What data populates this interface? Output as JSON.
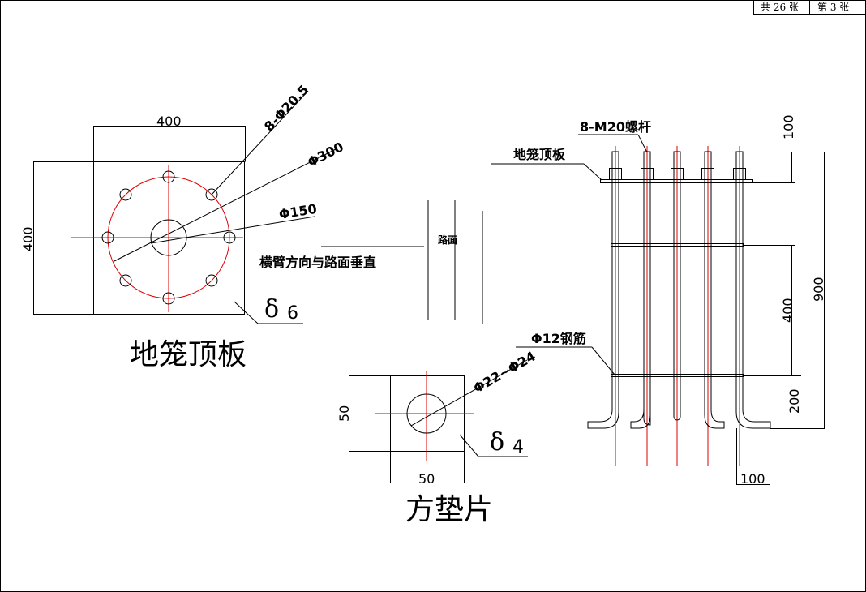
{
  "header": {
    "sheet_total": "共 26 张",
    "sheet_no": "第 3 张"
  },
  "top_plate": {
    "title": "地笼顶板",
    "dim_width": "400",
    "dim_height": "400",
    "bolt_holes": "8-Φ20.5",
    "bolt_circle": "Φ300",
    "center_hole": "Φ150",
    "thickness_symbol": "δ",
    "thickness_value": "6",
    "orientation_note": "横臂方向与路面垂直"
  },
  "road": {
    "label": "路面"
  },
  "washer": {
    "title": "方垫片",
    "dim_width": "50",
    "dim_height": "50",
    "hole_dia": "Φ22~Φ24",
    "thickness_symbol": "δ",
    "thickness_value": "4"
  },
  "cage": {
    "bolts_label": "8-M20螺杆",
    "plate_label": "地笼顶板",
    "rebar_label": "Φ12钢筋",
    "dim_top": "100",
    "dim_total": "900",
    "dim_middle": "400",
    "dim_bottom": "200",
    "dim_hook": "100"
  }
}
